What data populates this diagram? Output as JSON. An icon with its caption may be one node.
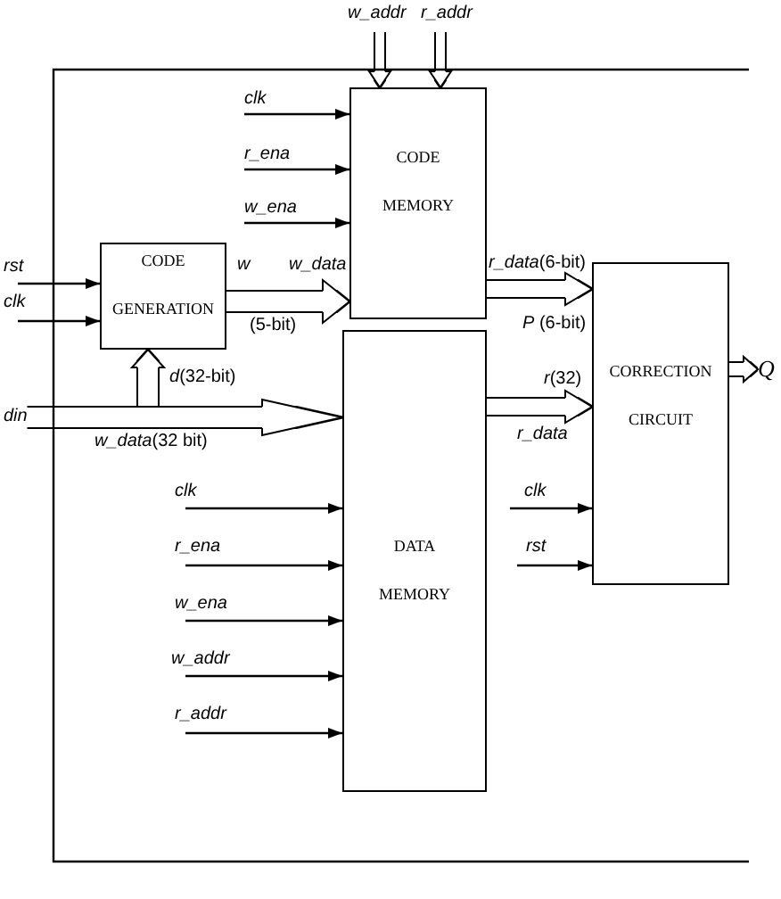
{
  "diagram": {
    "nodes": [
      {
        "text": [
          "CODE MEMORY"
        ]
      },
      {
        "text": [
          "CODE GENERATION"
        ]
      },
      {
        "text": [
          "CORRECTION CIRCUIT"
        ]
      },
      {
        "text": [
          "Q"
        ]
      },
      {
        "text": [
          "din"
        ]
      },
      {
        "text": [
          "DATA MEMORY"
        ]
      }
    ],
    "edges": [
      {
        "from": null,
        "to": 0,
        "arrow": "to",
        "label": "w_addr",
        "style": "thick"
      },
      {
        "from": null,
        "to": 0,
        "arrow": "to",
        "label": "r_addr",
        "style": "thick"
      },
      {
        "from": null,
        "to": 0,
        "arrow": "to",
        "label": "clk"
      },
      {
        "from": null,
        "to": 0,
        "arrow": "to",
        "label": "r_ena"
      },
      {
        "from": null,
        "to": 0,
        "arrow": "to",
        "label": "w_ena"
      },
      {
        "from": null,
        "to": 1,
        "arrow": "to",
        "label": "rst"
      },
      {
        "from": null,
        "to": 1,
        "arrow": "to",
        "label": "clk"
      },
      {
        "from": 1,
        "to": 0,
        "arrow": "to",
        "label": "w_data",
        "style": "thick"
      },
      {
        "from": 0,
        "to": 2,
        "arrow": "to",
        "label": "*r_data*(6-bit)",
        "style": "thick"
      },
      {
        "from": 2,
        "to": 3,
        "arrow": "to",
        "style": "thick"
      },
      {
        "from": 4,
        "to": 1,
        "arrow": "to",
        "label": "*d*(32-bit)",
        "style": "thick"
      },
      {
        "from": 4,
        "to": 5,
        "arrow": "to",
        "label": "*w_data*(32 bit)",
        "style": "thick"
      },
      {
        "from": 5,
        "to": 2,
        "arrow": "to",
        "label": "r_data",
        "style": "thick"
      },
      {
        "from": null,
        "to": 5,
        "arrow": "to",
        "label": "clk"
      },
      {
        "from": null,
        "to": 5,
        "arrow": "to",
        "label": "r_ena"
      },
      {
        "from": null,
        "to": 5,
        "arrow": "to",
        "label": "w_ena"
      },
      {
        "from": null,
        "to": 5,
        "arrow": "to",
        "label": "w_addr"
      },
      {
        "from": null,
        "to": 5,
        "arrow": "to",
        "label": "r_addr"
      },
      {
        "from": null,
        "to": 2,
        "arrow": "to",
        "label": "clk"
      },
      {
        "from": null,
        "to": 2,
        "arrow": "to",
        "label": "rst"
      }
    ],
    "labels": [
      "w",
      "(5-bit)",
      "*P* (6-bit)",
      "*r*(32)"
    ]
  }
}
